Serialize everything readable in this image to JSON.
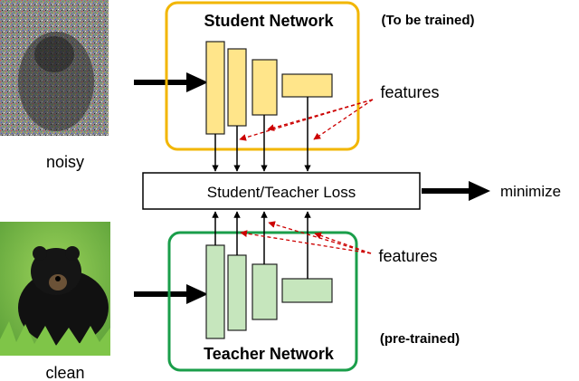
{
  "images": {
    "noisy_label": "noisy",
    "clean_label": "clean"
  },
  "student": {
    "title": "Student Network",
    "note": "(To be trained)",
    "features_label": "features",
    "color_border": "#f2b600",
    "color_fill": "#ffe58a"
  },
  "teacher": {
    "title": "Teacher Network",
    "note": "(pre-trained)",
    "features_label": "features",
    "color_border": "#1a9e4a",
    "color_fill": "#c6e6bd"
  },
  "loss": {
    "label": "Student/Teacher Loss",
    "output_label": "minimize"
  },
  "colors": {
    "feature_arrow": "#cc0000",
    "arrow": "#000000"
  }
}
